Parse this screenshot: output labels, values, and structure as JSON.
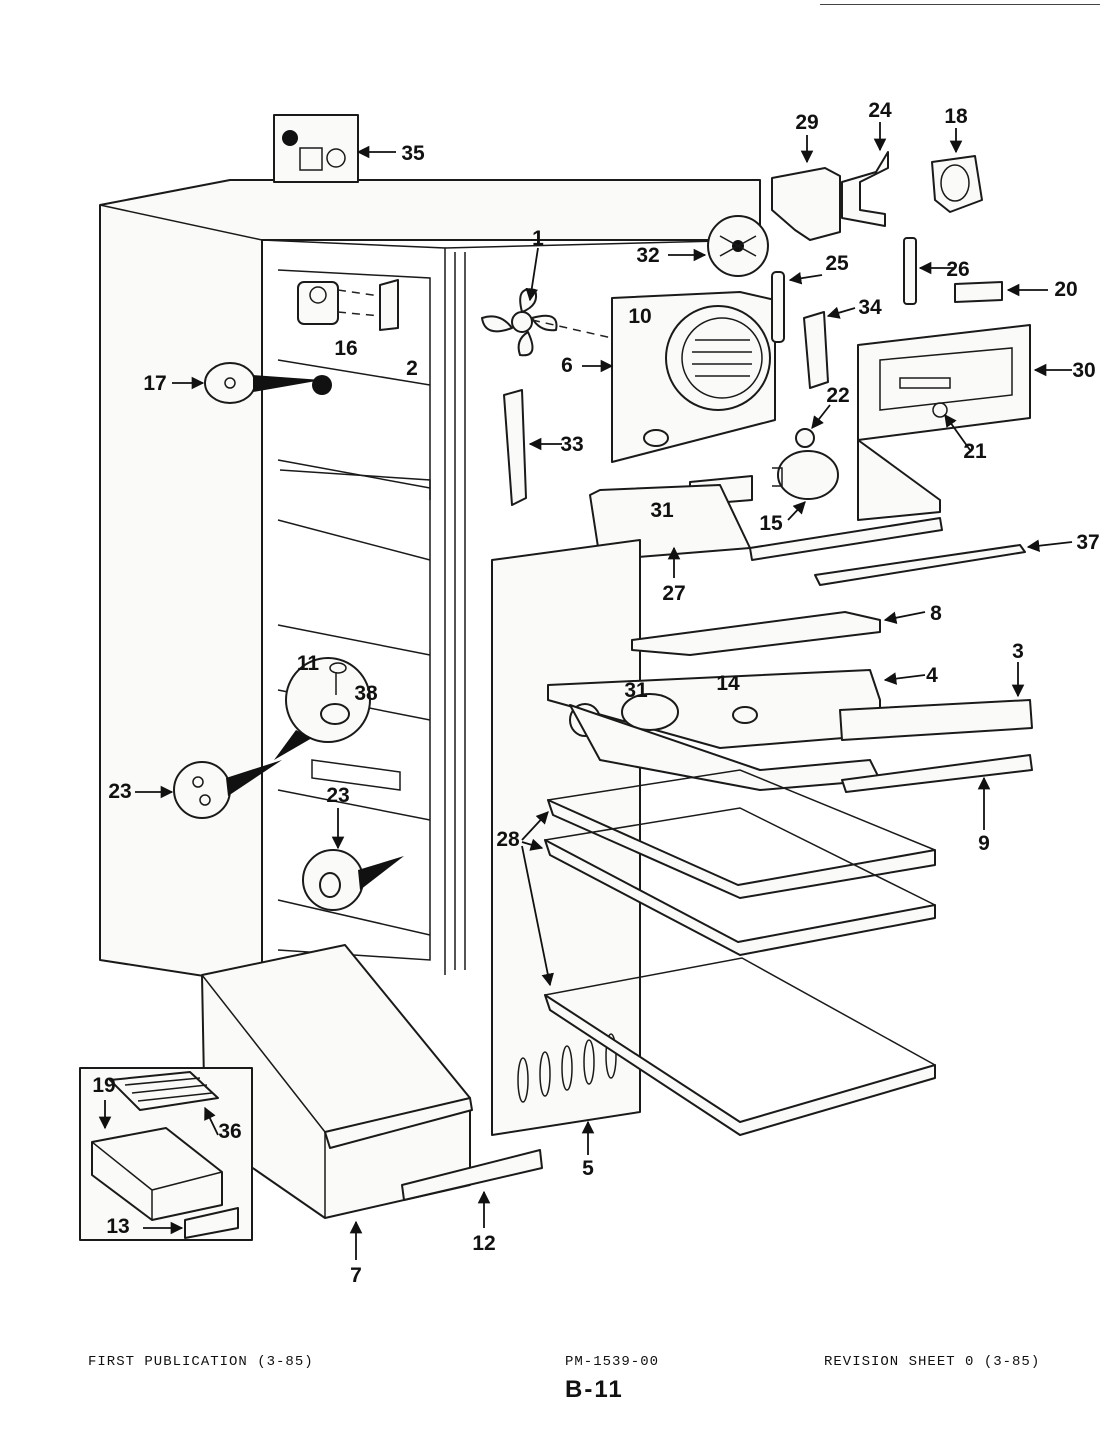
{
  "diagram": {
    "callouts": [
      "1",
      "2",
      "3",
      "4",
      "5",
      "6",
      "7",
      "8",
      "9",
      "10",
      "11",
      "12",
      "13",
      "14",
      "15",
      "16",
      "17",
      "18",
      "19",
      "20",
      "21",
      "22",
      "23",
      "23",
      "24",
      "25",
      "26",
      "27",
      "28",
      "29",
      "30",
      "31",
      "31",
      "32",
      "33",
      "34",
      "35",
      "36",
      "37",
      "38"
    ]
  },
  "footer": {
    "left": "FIRST PUBLICATION (3-85)",
    "center": "PM-1539-00",
    "right": "REVISION SHEET 0 (3-85)",
    "page_code": "B-11"
  }
}
